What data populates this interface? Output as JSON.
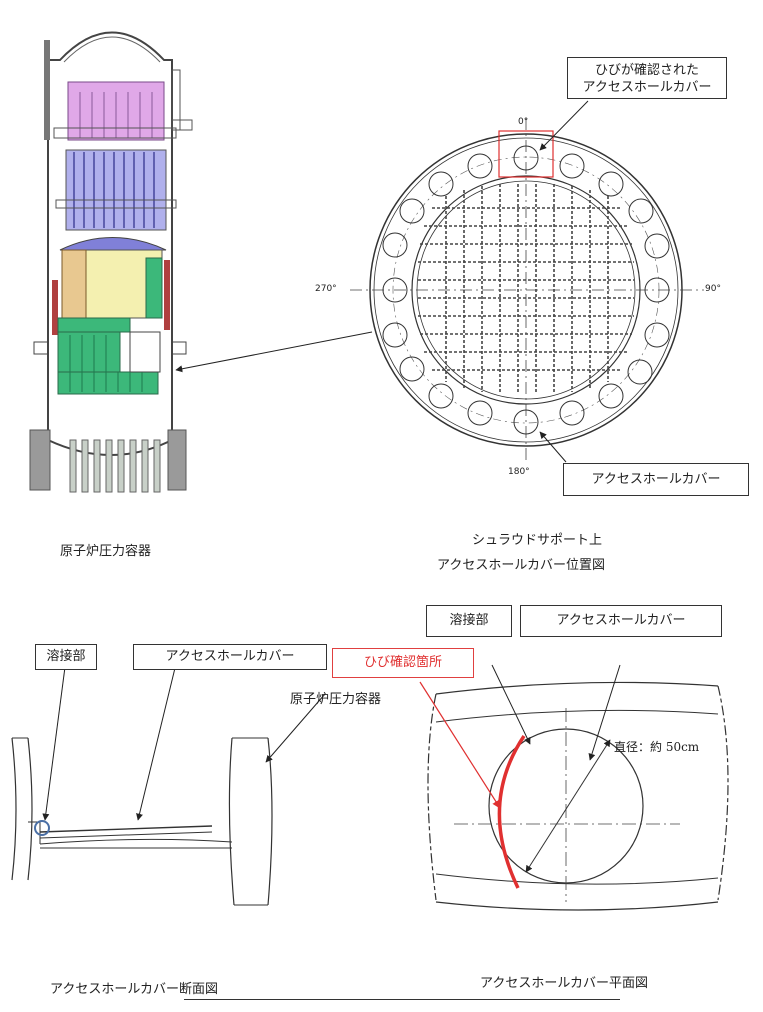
{
  "labels": {
    "crack_confirmed_cover_line1": "ひびが確認された",
    "crack_confirmed_cover_line2": "アクセスホールカバー",
    "access_hole_cover_top": "アクセスホールカバー",
    "angle_0": "0°",
    "angle_90": "90°",
    "angle_180": "180°",
    "angle_270": "270°",
    "rpv_caption": "原子炉圧力容器",
    "plan_caption_line1": "シュラウドサポート上",
    "plan_caption_line2": "アクセスホールカバー位置図",
    "weld_left": "溶接部",
    "access_hole_cover_left": "アクセスホールカバー",
    "crack_location": "ひび確認箇所",
    "rpv_label_mid": "原子炉圧力容器",
    "weld_right": "溶接部",
    "access_hole_cover_right": "アクセスホールカバー",
    "diameter_note": "直径：約 50cm",
    "section_caption": "アクセスホールカバー断面図",
    "planview_caption": "アクセスホールカバー平面図"
  },
  "colors": {
    "highlight_red": "#e03030",
    "weld_circle_blue": "#4a6fa5",
    "vessel_internals_pink": "#e0a8e8",
    "vessel_internals_purple": "#9a9ae0",
    "vessel_internals_yellow": "#f4f0b0",
    "vessel_internals_green": "#3cb87a"
  }
}
